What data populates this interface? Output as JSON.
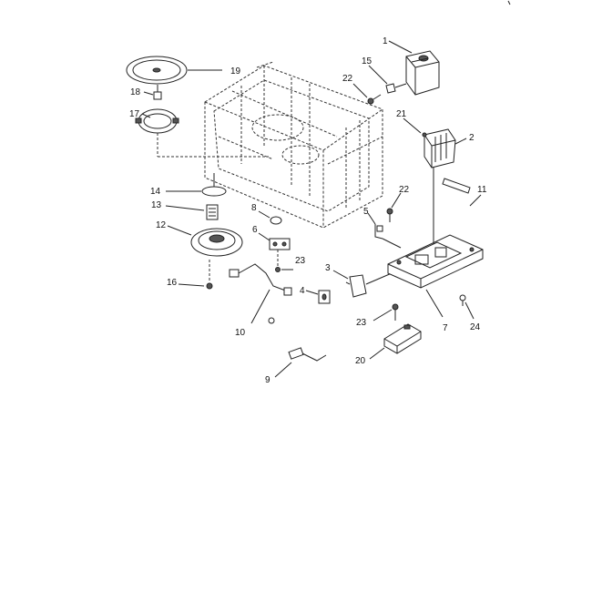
{
  "diagram": {
    "callouts": [
      {
        "id": "c1",
        "text": "1"
      },
      {
        "id": "c2",
        "text": "2"
      },
      {
        "id": "c3",
        "text": "3"
      },
      {
        "id": "c4",
        "text": "4"
      },
      {
        "id": "c5",
        "text": "5"
      },
      {
        "id": "c6",
        "text": "6"
      },
      {
        "id": "c7",
        "text": "7"
      },
      {
        "id": "c8",
        "text": "8"
      },
      {
        "id": "c9",
        "text": "9"
      },
      {
        "id": "c10",
        "text": "10"
      },
      {
        "id": "c11",
        "text": "11"
      },
      {
        "id": "c12",
        "text": "12"
      },
      {
        "id": "c13",
        "text": "13"
      },
      {
        "id": "c14",
        "text": "14"
      },
      {
        "id": "c15",
        "text": "15"
      },
      {
        "id": "c16",
        "text": "16"
      },
      {
        "id": "c17",
        "text": "17"
      },
      {
        "id": "c18",
        "text": "18"
      },
      {
        "id": "c19",
        "text": "19"
      },
      {
        "id": "c20",
        "text": "20"
      },
      {
        "id": "c21",
        "text": "21"
      },
      {
        "id": "c22a",
        "text": "22"
      },
      {
        "id": "c22b",
        "text": "22"
      },
      {
        "id": "c23a",
        "text": "23"
      },
      {
        "id": "c23b",
        "text": "23"
      },
      {
        "id": "c24",
        "text": "24"
      }
    ]
  }
}
